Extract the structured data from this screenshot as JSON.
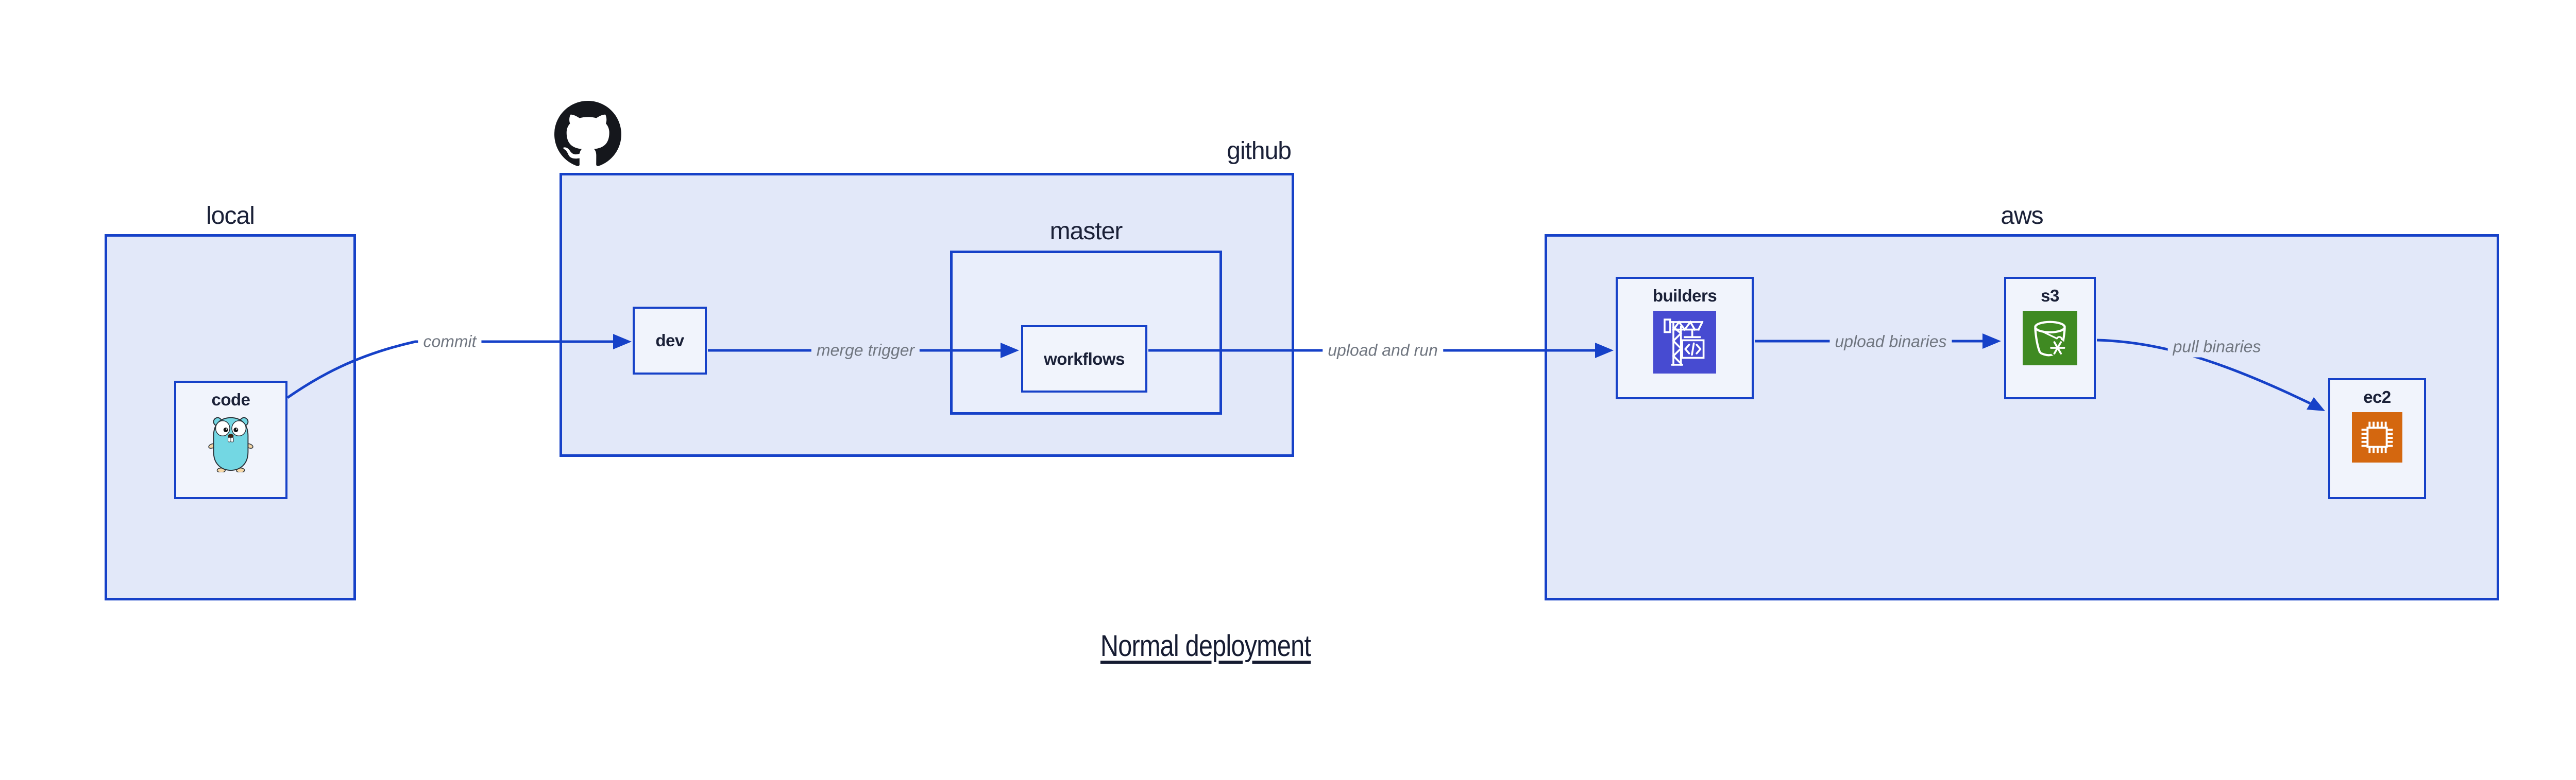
{
  "title": {
    "text": "Normal deployment"
  },
  "containers": {
    "local": {
      "label": "local"
    },
    "github": {
      "label": "github",
      "logo_icon": "github-octocat-icon"
    },
    "master": {
      "label": "master"
    },
    "aws": {
      "label": "aws"
    }
  },
  "nodes": {
    "code": {
      "label": "code",
      "icon": "go-gopher-icon"
    },
    "dev": {
      "label": "dev"
    },
    "workflows": {
      "label": "workflows"
    },
    "builders": {
      "label": "builders",
      "icon": "codebuild-crane-icon"
    },
    "s3": {
      "label": "s3",
      "icon": "s3-bucket-snowflake-icon"
    },
    "ec2": {
      "label": "ec2",
      "icon": "ec2-chip-icon"
    }
  },
  "edges": [
    {
      "id": "commit",
      "label": "commit",
      "from": "code",
      "to": "dev"
    },
    {
      "id": "merge-trigger",
      "label": "merge trigger",
      "from": "dev",
      "to": "workflows"
    },
    {
      "id": "upload-and-run",
      "label": "upload and run",
      "from": "workflows",
      "to": "builders"
    },
    {
      "id": "upload-binaries",
      "label": "upload binaries",
      "from": "builders",
      "to": "s3"
    },
    {
      "id": "pull-binaries",
      "label": "pull binaries",
      "from": "s3",
      "to": "ec2"
    }
  ],
  "colors": {
    "border_blue": "#1641c8",
    "container_fill": "#e2e8f9",
    "master_fill": "#e9eefb",
    "node_fill": "#f1f4fc",
    "label_navy": "#1b2138",
    "edge_label_gray": "#707680",
    "builders_bg": "#474bd1",
    "s3_bg": "#3f8a22",
    "ec2_bg": "#d4670f",
    "gopher_body": "#73d7e3",
    "gopher_skin": "#f5d6a6",
    "github_mark": "#15171c",
    "title_navy": "#151b31",
    "page_bg": "#ffffff"
  }
}
